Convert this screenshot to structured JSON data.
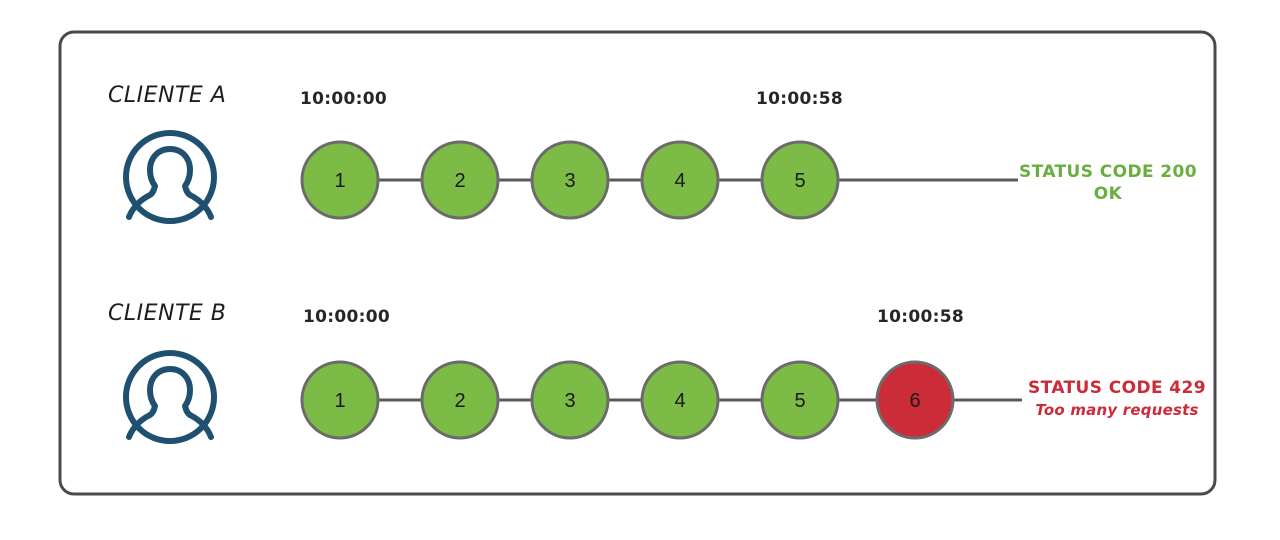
{
  "panel": {
    "border_color": "#4a4a4a"
  },
  "colors": {
    "node_ok": "#7cbb46",
    "node_fail": "#cc2b38",
    "node_stroke": "#6b6b6b",
    "connector": "#5a5a5a",
    "status_ok_text": "#6aae40",
    "status_fail_text": "#cc2b38",
    "avatar": "#1f5070"
  },
  "rows": [
    {
      "id": "client-a",
      "client_label": "CLIENTE A",
      "avatar_icon": "user-avatar-icon",
      "time_start": "10:00:00",
      "time_end": "10:00:58",
      "nodes": [
        {
          "label": "1",
          "state": "ok"
        },
        {
          "label": "2",
          "state": "ok"
        },
        {
          "label": "3",
          "state": "ok"
        },
        {
          "label": "4",
          "state": "ok"
        },
        {
          "label": "5",
          "state": "ok"
        }
      ],
      "status": {
        "primary": "STATUS CODE 200",
        "secondary": "OK",
        "state": "ok"
      }
    },
    {
      "id": "client-b",
      "client_label": "CLIENTE B",
      "avatar_icon": "user-avatar-icon",
      "time_start": "10:00:00",
      "time_end": "10:00:58",
      "nodes": [
        {
          "label": "1",
          "state": "ok"
        },
        {
          "label": "2",
          "state": "ok"
        },
        {
          "label": "3",
          "state": "ok"
        },
        {
          "label": "4",
          "state": "ok"
        },
        {
          "label": "5",
          "state": "ok"
        },
        {
          "label": "6",
          "state": "fail"
        }
      ],
      "status": {
        "primary": "STATUS CODE 429",
        "secondary": "Too many requests",
        "state": "fail"
      }
    }
  ]
}
